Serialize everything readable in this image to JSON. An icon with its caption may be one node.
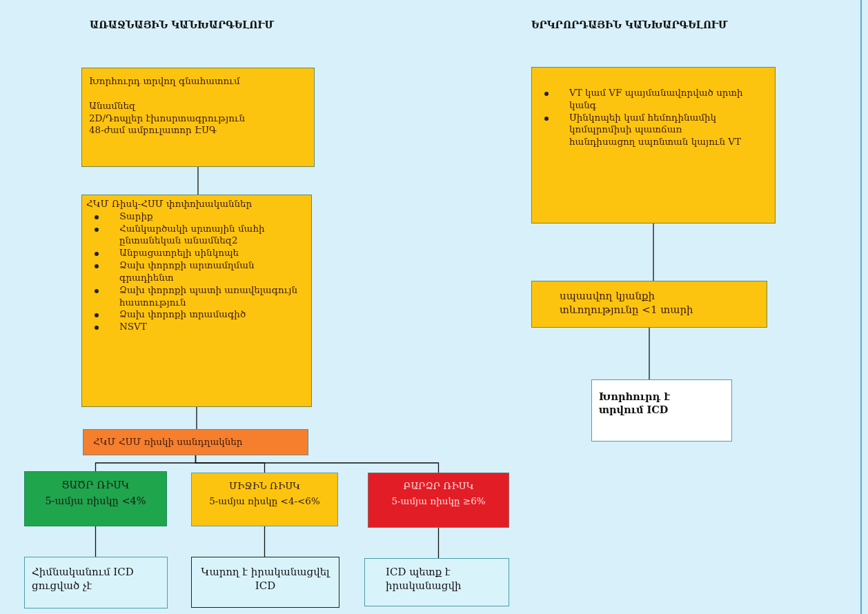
{
  "diagram": {
    "nodes": [
      {
        "text": [
          "Խորհուրդ տրվող գնահատում",
          "Անամնեզ",
          "2D/Դոպլեր էխոսրտագրություն",
          "48-ժամ ամբուլատոր ԷՍԳ"
        ]
      },
      {
        "text": [
          "ՀԿՄ Ռիսկ-ՀՍՄ փոփոխականներ",
          "Տարիք",
          "Հանկարծակի սրտային մահի ընտանեկան անամնեզ2",
          "Անբացատրելի սինկոպե",
          "Ձախ փորոքի արտամղման գրադիենտ",
          "Ձախ փորոքի պատի առավելագույն հաստություն",
          "Ձախ փորոքի տրամագիծ",
          "NSVT"
        ]
      },
      {
        "text": [
          "ՀԿՄ ՀՍՄ ռիսկի սանդղակներ"
        ]
      },
      {
        "text": [
          "ՑԱԾՐ ՌԻՍԿ",
          "5-ամյա ռիսկը <4%"
        ]
      },
      {
        "text": [
          "ՄԻՋԻՆ ՌԻՍԿ",
          "5-ամյա ռիսկը <4-<6%"
        ]
      },
      {
        "text": [
          "ԲԱՐՁՐ ՌԻՍԿ",
          "5-ամյա ռիսկը ≥6%"
        ]
      },
      {
        "text": [
          "Հիմնականում ICD ցուցված չէ"
        ]
      },
      {
        "text": [
          "Կարող է իրականացվել ICD"
        ]
      },
      {
        "text": [
          "ICD պետք է իրականացվի"
        ]
      },
      {
        "text": [
          "VT կամ VF պայմանավորված սրտի կանգ",
          "Սինկոպեի կամ հեմոդինամիկ կոմպրոմիսի պատճառ հանդիսացող սպոնտան կայուն VT"
        ]
      },
      {
        "text": [
          "սպասվող կյանքի տևողությունը <1 տարի"
        ]
      },
      {
        "text": [
          "Խորհուրդ է տրվում ICD"
        ]
      }
    ],
    "edges": [
      {
        "from": 0,
        "to": 1,
        "arrow": "none"
      },
      {
        "from": 1,
        "to": 2,
        "arrow": "none"
      },
      {
        "from": 2,
        "to": 3,
        "arrow": "none"
      },
      {
        "from": 2,
        "to": 4,
        "arrow": "none"
      },
      {
        "from": 2,
        "to": 5,
        "arrow": "none"
      },
      {
        "from": 3,
        "to": 6,
        "arrow": "none"
      },
      {
        "from": 4,
        "to": 7,
        "arrow": "none"
      },
      {
        "from": 5,
        "to": 8,
        "arrow": "none"
      },
      {
        "from": 9,
        "to": 10,
        "arrow": "none"
      },
      {
        "from": 10,
        "to": 11,
        "arrow": "none"
      }
    ],
    "labels": [
      "ԱՌԱՋՆԱՅԻՆ ԿԱՆԽԱՐԳԵԼՈՒՄ",
      "ԵՐԿՐՈՐԴԱՅԻՆ ԿԱՆԽԱՐԳԵԼՈՒՄ"
    ]
  }
}
